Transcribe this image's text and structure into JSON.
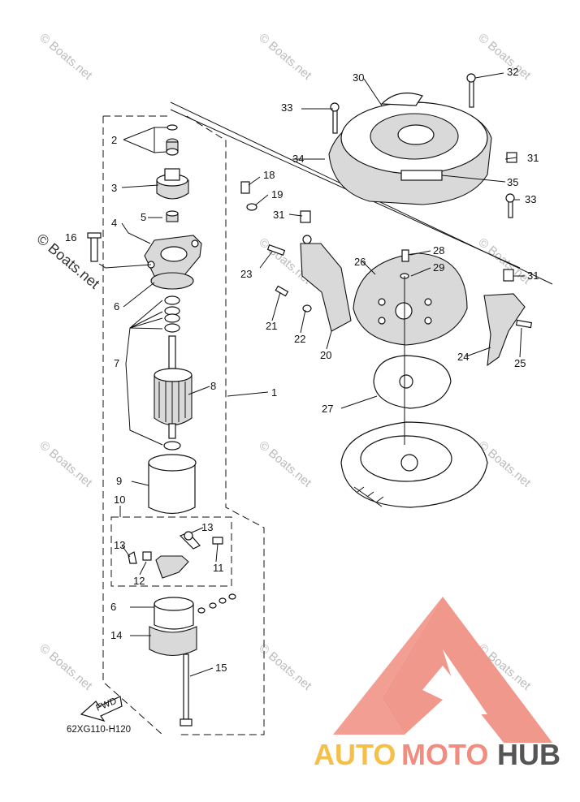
{
  "diagram": {
    "part_numbers": [
      "1",
      "2",
      "3",
      "4",
      "5",
      "6",
      "7",
      "8",
      "9",
      "10",
      "11",
      "12",
      "13",
      "13",
      "14",
      "15",
      "16",
      "18",
      "19",
      "20",
      "21",
      "22",
      "23",
      "24",
      "25",
      "26",
      "27",
      "28",
      "29",
      "30",
      "31",
      "31",
      "31",
      "32",
      "33",
      "33",
      "34",
      "35",
      "6"
    ],
    "diagram_code": "62XG110-H120",
    "fwd_label": "FWD"
  },
  "watermark": {
    "text": "© Boats.net"
  },
  "brand": {
    "part_a": "AUTO",
    "part_b": "MOTO",
    "part_c": "HUB",
    "triangle_color": "#f08d80",
    "auto_color": "#f5c04a",
    "moto_color": "#f08d80",
    "hub_color": "#555555"
  }
}
